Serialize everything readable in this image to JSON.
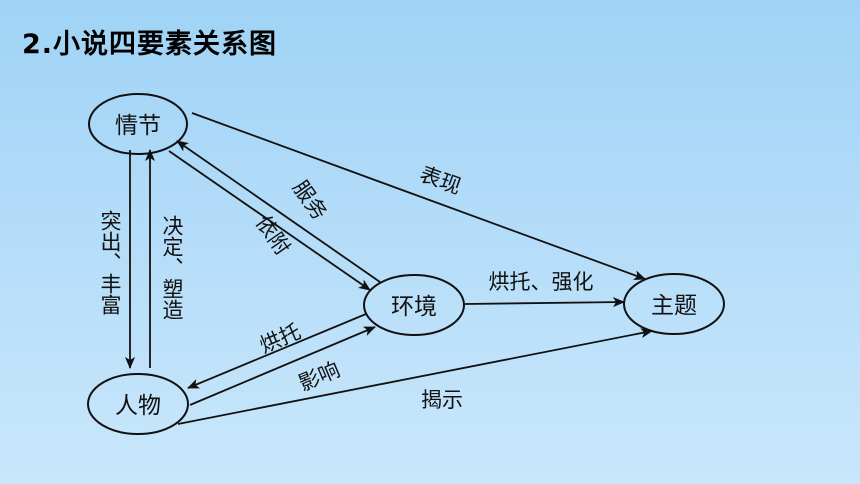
{
  "title": "2.小说四要素关系图",
  "nodes": {
    "plot": "情节",
    "environment": "环境",
    "theme": "主题",
    "character": "人物"
  },
  "edges": {
    "plot_to_theme": "表现",
    "env_to_plot_serve": "服务",
    "plot_depends_env": "依附",
    "plot_to_character": "突出、丰富",
    "character_to_plot": "决定、塑造",
    "env_to_theme": "烘托、强化",
    "env_to_character": "烘托",
    "character_to_env": "影响",
    "character_to_theme": "揭示"
  }
}
